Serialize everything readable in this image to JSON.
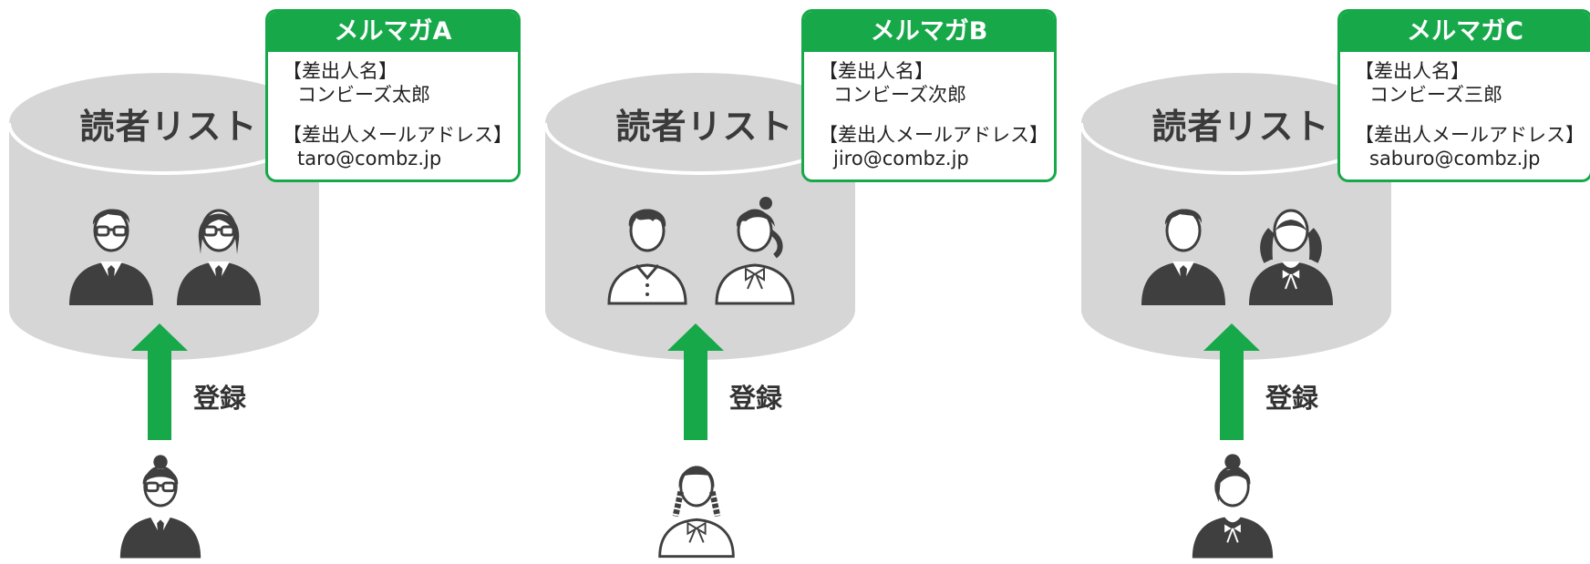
{
  "panels": [
    {
      "list_title": "読者リスト",
      "register_label": "登録",
      "card": {
        "title": "メルマガA",
        "sender_name_label": "【差出人名】",
        "sender_name": "コンビーズ太郎",
        "sender_email_label": "【差出人メールアドレス】",
        "sender_email": "taro@combz.jp"
      },
      "readers": [
        "man-glasses-suit-icon",
        "woman-glasses-suit-icon"
      ],
      "new_reader": "woman-bun-glasses-icon"
    },
    {
      "list_title": "読者リスト",
      "register_label": "登録",
      "card": {
        "title": "メルマガB",
        "sender_name_label": "【差出人名】",
        "sender_name": "コンビーズ次郎",
        "sender_email_label": "【差出人メールアドレス】",
        "sender_email": "jiro@combz.jp"
      },
      "readers": [
        "boy-shirt-outline-icon",
        "girl-ponytail-bow-outline-icon"
      ],
      "new_reader": "girl-braids-outline-icon"
    },
    {
      "list_title": "読者リスト",
      "register_label": "登録",
      "card": {
        "title": "メルマガC",
        "sender_name_label": "【差出人名】",
        "sender_name": "コンビーズ三郎",
        "sender_email_label": "【差出人メールアドレス】",
        "sender_email": "saburo@combz.jp"
      },
      "readers": [
        "boy-suit-icon",
        "girl-long-hair-bow-icon"
      ],
      "new_reader": "woman-side-hair-icon"
    }
  ],
  "colors": {
    "accent_green": "#17a84a",
    "cylinder_gray": "#d6d6d6",
    "icon_dark": "#3f3f3f"
  }
}
